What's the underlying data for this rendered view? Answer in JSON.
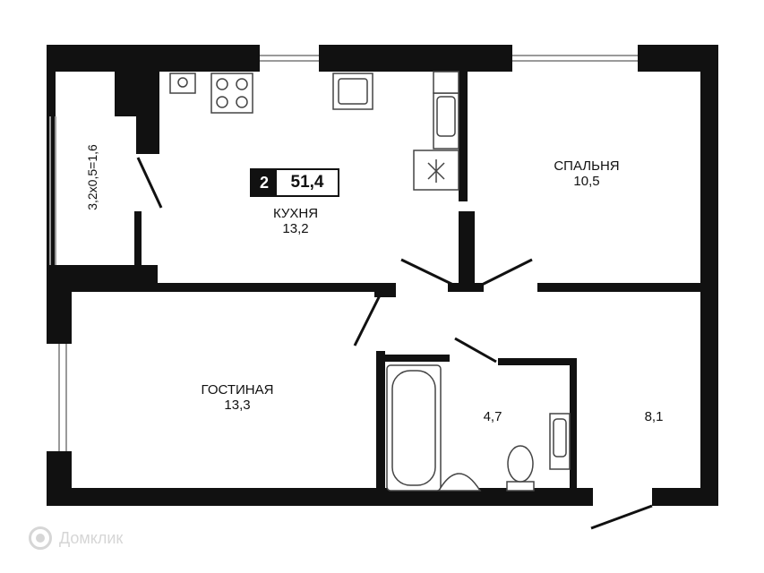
{
  "summary": {
    "rooms": "2",
    "total_area": "51,4"
  },
  "balcony": {
    "label": "3,2x0,5=1,6"
  },
  "rooms": [
    {
      "id": "kitchen",
      "name": "КУХНЯ",
      "area": "13,2"
    },
    {
      "id": "bedroom",
      "name": "СПАЛЬНЯ",
      "area": "10,5"
    },
    {
      "id": "living",
      "name": "ГОСТИНАЯ",
      "area": "13,3"
    },
    {
      "id": "bathroom",
      "name": "",
      "area": "4,7"
    },
    {
      "id": "hall",
      "name": "",
      "area": "8,1"
    }
  ],
  "watermark": {
    "text": "Домклик"
  },
  "colors": {
    "wall": "#111111",
    "window": "#9a9a9a",
    "fixture": "#444444"
  }
}
